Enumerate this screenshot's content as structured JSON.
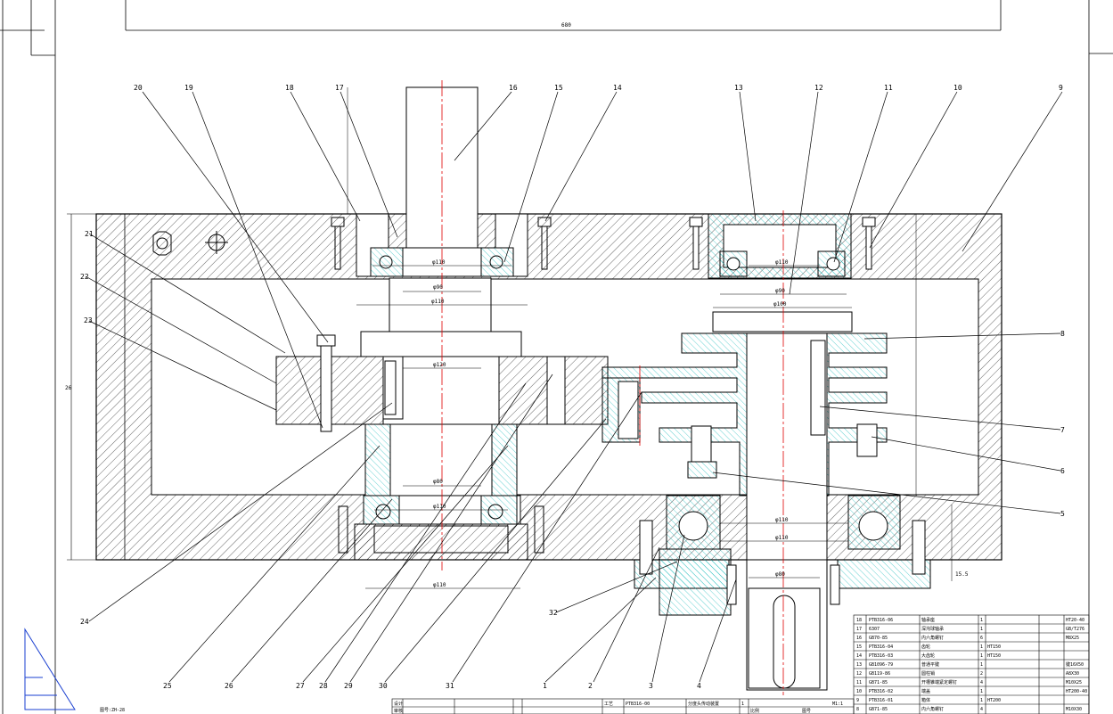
{
  "colors": {
    "outline": "#000000",
    "hatch": "#000000",
    "section_blue": "#00b4b4",
    "centerline": "#e00000",
    "dimension": "#000000"
  },
  "labels_top": [
    "20",
    "19",
    "18",
    "17",
    "16",
    "15",
    "14",
    "13",
    "12",
    "11",
    "10",
    "9"
  ],
  "labels_left": [
    "21",
    "22",
    "23"
  ],
  "labels_right": [
    "8",
    "7",
    "6",
    "5"
  ],
  "labels_bottom": [
    "24",
    "25",
    "26",
    "27",
    "28",
    "29",
    "30",
    "31",
    "1",
    "2",
    "3",
    "4"
  ],
  "label_32": "32",
  "dims": {
    "overall_width": "680",
    "height_left": "26",
    "phi_labels": [
      "φ110",
      "φ90",
      "φ110",
      "φ120",
      "φ80",
      "φ110",
      "φ110",
      "φ110",
      "φ90",
      "φ100",
      "φ110",
      "φ110",
      "φ80"
    ],
    "bottom_right": "15.5"
  },
  "title_block_left": [
    "设计",
    "审核",
    "工艺"
  ],
  "title_block_right": [
    "比例",
    "图号"
  ],
  "bom_rows": [
    {
      "no": "18",
      "code": "PTB316-06",
      "name": "轴承座",
      "qty": "1",
      "mat": "",
      "note": "HT20-40"
    },
    {
      "no": "17",
      "code": "6307",
      "name": "深沟球轴承",
      "qty": "1",
      "mat": "",
      "note": "GB/T276"
    },
    {
      "no": "16",
      "code": "GB70-85",
      "name": "内六角螺钉",
      "qty": "6",
      "mat": "",
      "note": "M8X25"
    },
    {
      "no": "15",
      "code": "PTB316-04",
      "name": "齿轮",
      "qty": "1",
      "mat": "HT150",
      "note": ""
    },
    {
      "no": "14",
      "code": "PTB316-03",
      "name": "大齿轮",
      "qty": "1",
      "mat": "HT150",
      "note": ""
    },
    {
      "no": "13",
      "code": "GB1096-79",
      "name": "普通平键",
      "qty": "1",
      "mat": "",
      "note": "键16X50"
    },
    {
      "no": "12",
      "code": "GB119-86",
      "name": "圆柱销",
      "qty": "2",
      "mat": "",
      "note": "A8X30"
    },
    {
      "no": "11",
      "code": "GB71-85",
      "name": "开槽锥端紧定螺钉",
      "qty": "4",
      "mat": "",
      "note": "M10X25"
    },
    {
      "no": "10",
      "code": "PTB316-02",
      "name": "端盖",
      "qty": "1",
      "mat": "",
      "note": "HT200-40"
    },
    {
      "no": "9",
      "code": "PTB316-01",
      "name": "箱体",
      "qty": "1",
      "mat": "HT200",
      "note": ""
    },
    {
      "no": "8",
      "code": "GB71-85",
      "name": "内六角螺钉",
      "qty": "4",
      "mat": "",
      "note": "M10X30"
    }
  ],
  "bottom_strip": [
    "PTB316-00",
    "分度头传动装置",
    "1"
  ],
  "scale_note": "M1:1",
  "corner_note": "图号:ZH-28"
}
